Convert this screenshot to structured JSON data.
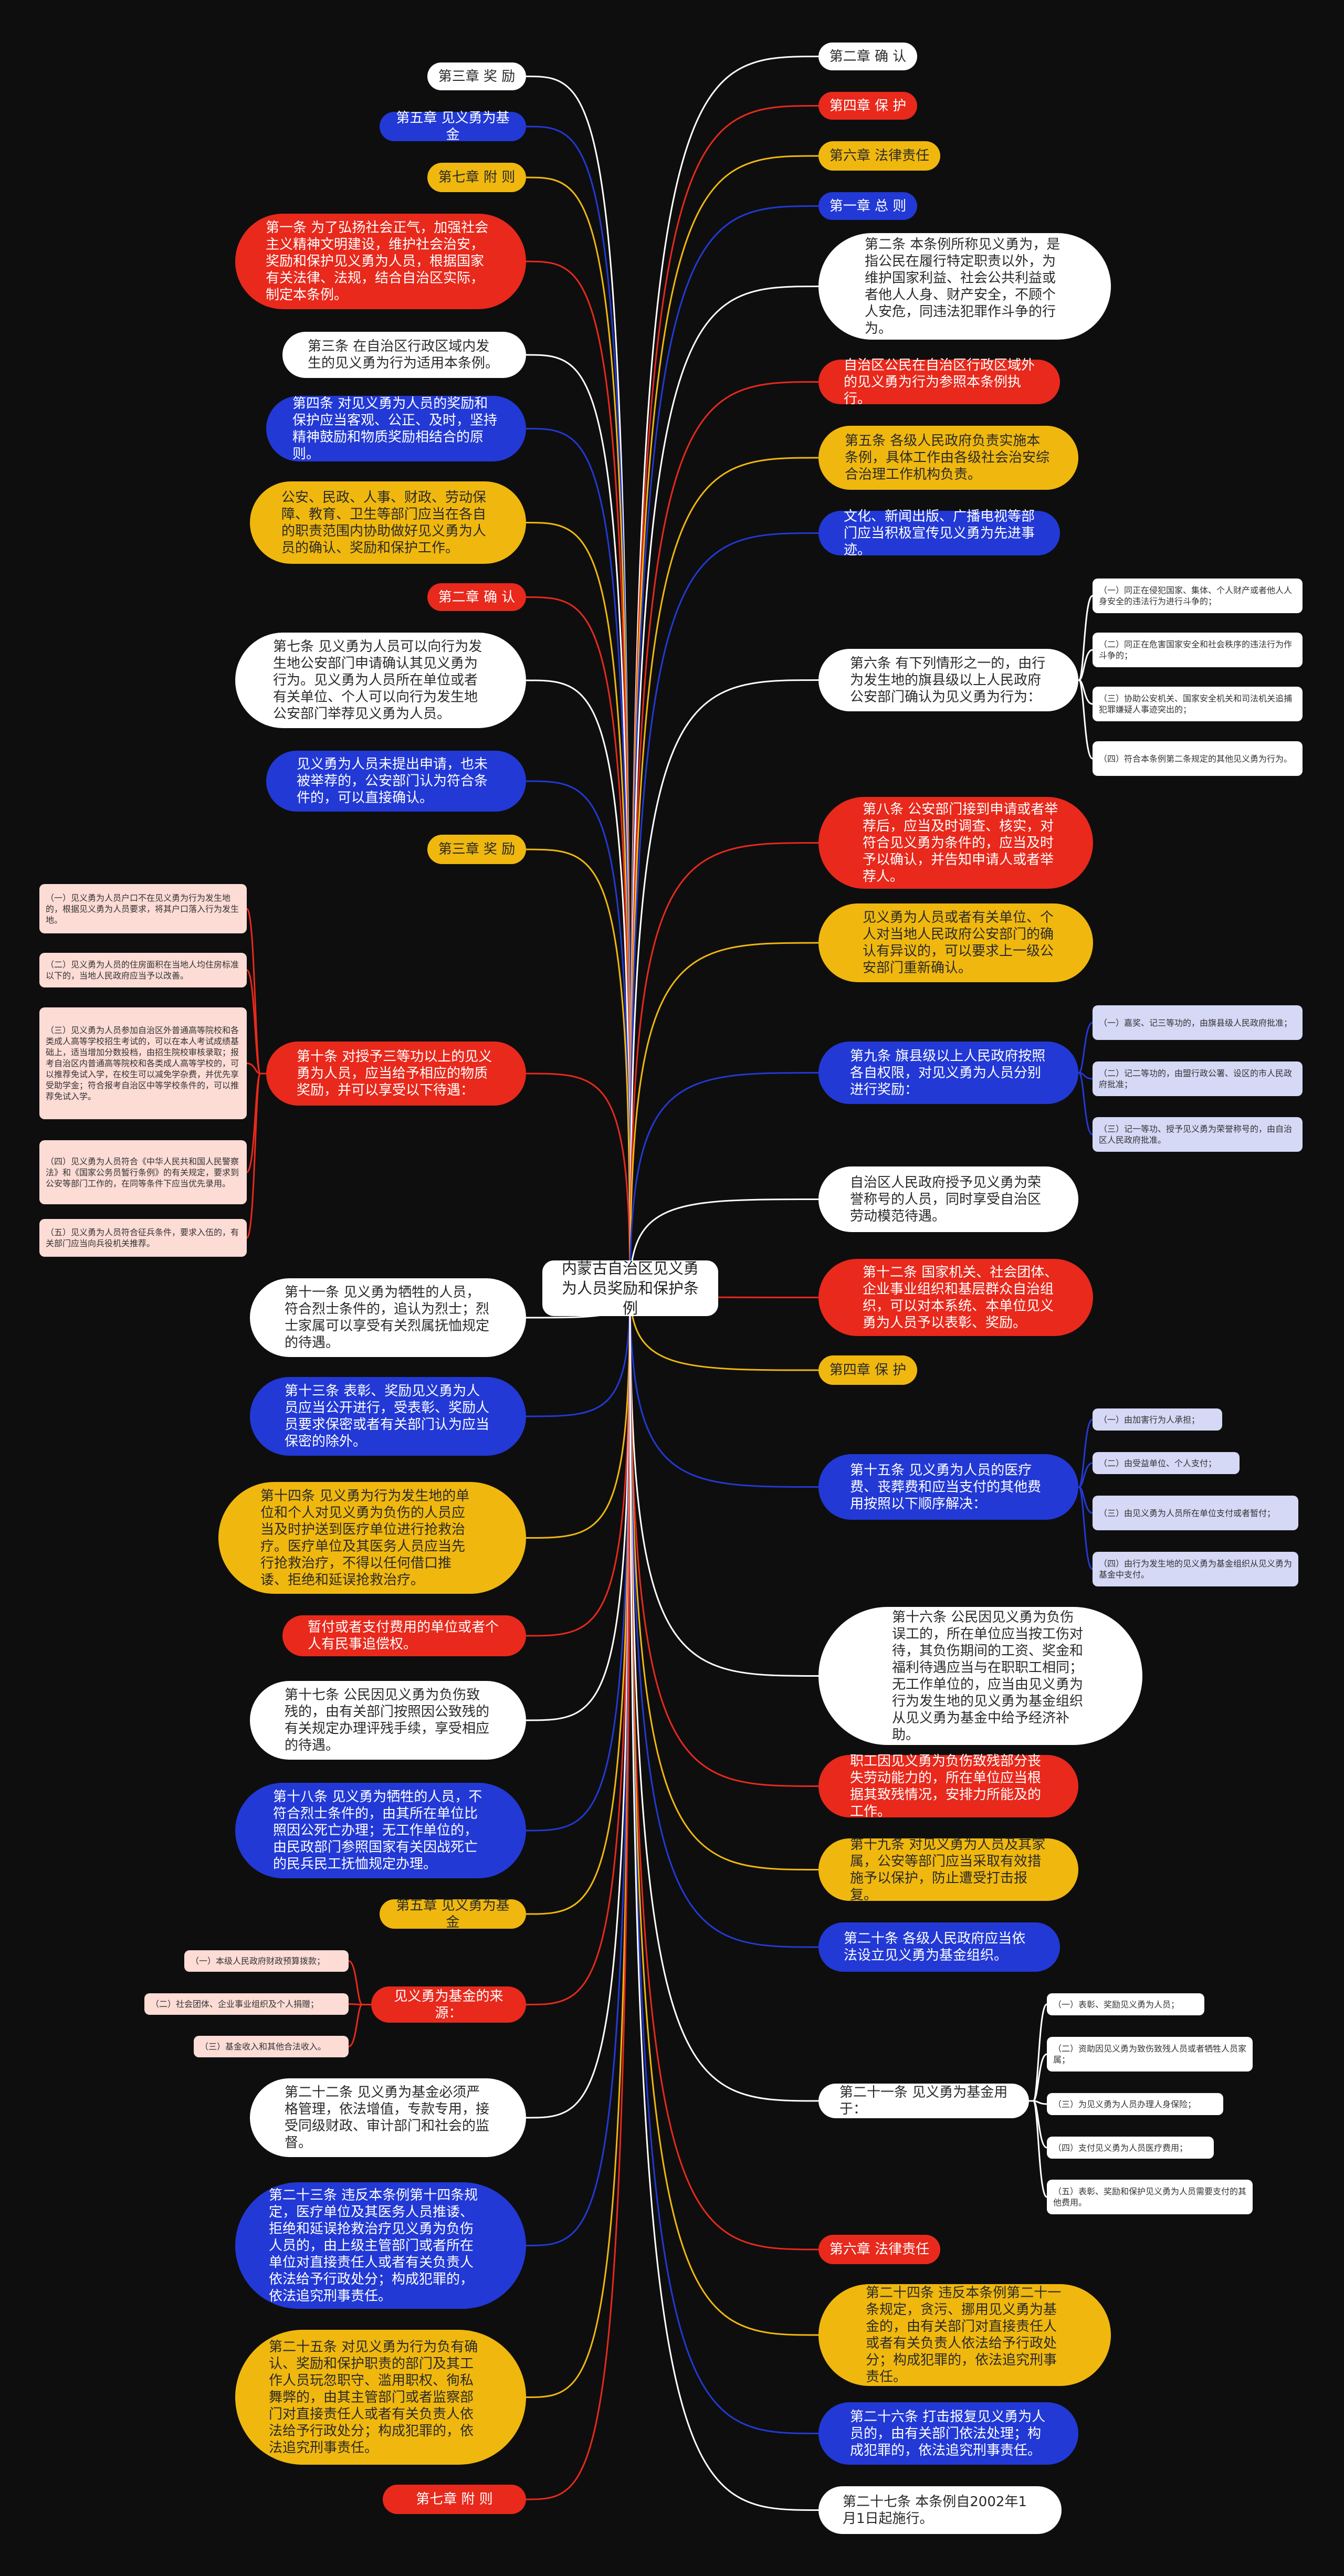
{
  "root": {
    "title": "内蒙古自治区见义勇为人员奖励和保护条例"
  },
  "colors": {
    "background": "#0e0e0e",
    "red": "#e8291c",
    "blue": "#2239d6",
    "yellow": "#f0b80e",
    "white": "#ffffff",
    "pink_child": "#fddcd6",
    "lavender_child": "#d5d9f6"
  },
  "left": [
    {
      "text": "第三章 奖 励"
    },
    {
      "text": "第五章 见义勇为基金"
    },
    {
      "text": "第七章 附 则"
    },
    {
      "text": "第一条 为了弘扬社会正气，加强社会主义精神文明建设，维护社会治安，奖励和保护见义勇为人员，根据国家有关法律、法规，结合自治区实际，制定本条例。"
    },
    {
      "text": "第三条 在自治区行政区域内发生的见义勇为行为适用本条例。"
    },
    {
      "text": "第四条 对见义勇为人员的奖励和保护应当客观、公正、及时，坚持精神鼓励和物质奖励相结合的原则。"
    },
    {
      "text": "公安、民政、人事、财政、劳动保障、教育、卫生等部门应当在各自的职责范围内协助做好见义勇为人员的确认、奖励和保护工作。"
    },
    {
      "text": "第二章 确 认"
    },
    {
      "text": "第七条 见义勇为人员可以向行为发生地公安部门申请确认其见义勇为行为。见义勇为人员所在单位或者有关单位、个人可以向行为发生地公安部门举荐见义勇为人员。"
    },
    {
      "text": "见义勇为人员未提出申请，也未被举荐的，公安部门认为符合条件的，可以直接确认。"
    },
    {
      "text": "第三章 奖 励"
    },
    {
      "text": "第十条 对授予三等功以上的见义勇为人员，应当给予相应的物质奖励，并可以享受以下待遇：",
      "children": [
        "（一）见义勇为人员户口不在见义勇为行为发生地的，根据见义勇为人员要求，将其户口落入行为发生地。",
        "（二）见义勇为人员的住房面积在当地人均住房标准以下的，当地人民政府应当予以改善。",
        "（三）见义勇为人员参加自治区外普通高等院校和各类成人高等学校招生考试的，可以在本人考试成绩基础上，适当增加分数投档，由招生院校审核录取；报考自治区内普通高等院校和各类成人高等学校的，可以推荐免试入学，在校生可以减免学杂费，并优先享受助学金；符合报考自治区中等学校条件的，可以推荐免试入学。",
        "（四）见义勇为人员符合《中华人民共和国人民警察法》和《国家公务员暂行条例》的有关规定，要求到公安等部门工作的，在同等条件下应当优先录用。",
        "（五）见义勇为人员符合征兵条件，要求入伍的，有关部门应当向兵役机关推荐。"
      ]
    },
    {
      "text": "第十一条 见义勇为牺牲的人员，符合烈士条件的，追认为烈士；烈士家属可以享受有关烈属抚恤规定的待遇。"
    },
    {
      "text": "第十三条 表彰、奖励见义勇为人员应当公开进行，受表彰、奖励人员要求保密或者有关部门认为应当保密的除外。"
    },
    {
      "text": "第十四条 见义勇为行为发生地的单位和个人对见义勇为负伤的人员应当及时护送到医疗单位进行抢救治疗。医疗单位及其医务人员应当先行抢救治疗，不得以任何借口推诿、拒绝和延误抢救治疗。"
    },
    {
      "text": "暂付或者支付费用的单位或者个人有民事追偿权。"
    },
    {
      "text": "第十七条 公民因见义勇为负伤致残的，由有关部门按照因公致残的有关规定办理评残手续，享受相应的待遇。"
    },
    {
      "text": "第十八条 见义勇为牺牲的人员，不符合烈士条件的，由其所在单位比照因公死亡办理；无工作单位的，由民政部门参照国家有关因战死亡的民兵民工抚恤规定办理。"
    },
    {
      "text": "第五章 见义勇为基金"
    },
    {
      "text": "见义勇为基金的来源：",
      "children": [
        "（一）本级人民政府财政预算拨款；",
        "（二）社会团体、企业事业组织及个人捐赠；",
        "（三）基金收入和其他合法收入。"
      ]
    },
    {
      "text": "第二十二条 见义勇为基金必须严格管理，依法增值，专款专用，接受同级财政、审计部门和社会的监督。"
    },
    {
      "text": "第二十三条 违反本条例第十四条规定，医疗单位及其医务人员推诿、拒绝和延误抢救治疗见义勇为负伤人员的，由上级主管部门或者所在单位对直接责任人或者有关负责人依法给予行政处分；构成犯罪的，依法追究刑事责任。"
    },
    {
      "text": "第二十五条 对见义勇为行为负有确认、奖励和保护职责的部门及其工作人员玩忽职守、滥用职权、徇私舞弊的，由其主管部门或者监察部门对直接责任人或者有关负责人依法给予行政处分；构成犯罪的，依法追究刑事责任。"
    },
    {
      "text": "第七章 附 则"
    }
  ],
  "right": [
    {
      "text": "第二章 确 认"
    },
    {
      "text": "第四章 保 护"
    },
    {
      "text": "第六章 法律责任"
    },
    {
      "text": "第一章 总 则"
    },
    {
      "text": "第二条 本条例所称见义勇为，是指公民在履行特定职责以外，为维护国家利益、社会公共利益或者他人人身、财产安全，不顾个人安危，同违法犯罪作斗争的行为。"
    },
    {
      "text": "自治区公民在自治区行政区域外的见义勇为行为参照本条例执行。"
    },
    {
      "text": "第五条 各级人民政府负责实施本条例，具体工作由各级社会治安综合治理工作机构负责。"
    },
    {
      "text": "文化、新闻出版、广播电视等部门应当积极宣传见义勇为先进事迹。"
    },
    {
      "text": "第六条 有下列情形之一的，由行为发生地的旗县级以上人民政府公安部门确认为见义勇为行为：",
      "children": [
        "（一）同正在侵犯国家、集体、个人财产或者他人人身安全的违法行为进行斗争的；",
        "（二）同正在危害国家安全和社会秩序的违法行为作斗争的；",
        "（三）协助公安机关、国家安全机关和司法机关追捕犯罪嫌疑人事迹突出的；",
        "（四）符合本条例第二条规定的其他见义勇为行为。"
      ]
    },
    {
      "text": "第八条 公安部门接到申请或者举荐后，应当及时调查、核实，对符合见义勇为条件的，应当及时予以确认，并告知申请人或者举荐人。"
    },
    {
      "text": "见义勇为人员或者有关单位、个人对当地人民政府公安部门的确认有异议的，可以要求上一级公安部门重新确认。"
    },
    {
      "text": "第九条 旗县级以上人民政府按照各自权限，对见义勇为人员分别进行奖励：",
      "children": [
        "（一）嘉奖、记三等功的，由旗县级人民政府批准；",
        "（二）记二等功的，由盟行政公署、设区的市人民政府批准；",
        "（三）记一等功、授予见义勇为荣誉称号的，由自治区人民政府批准。"
      ]
    },
    {
      "text": "自治区人民政府授予见义勇为荣誉称号的人员，同时享受自治区劳动模范待遇。"
    },
    {
      "text": "第十二条 国家机关、社会团体、企业事业组织和基层群众自治组织，可以对本系统、本单位见义勇为人员予以表彰、奖励。"
    },
    {
      "text": "第四章 保 护"
    },
    {
      "text": "第十五条 见义勇为人员的医疗费、丧葬费和应当支付的其他费用按照以下顺序解决：",
      "children": [
        "（一）由加害行为人承担；",
        "（二）由受益单位、个人支付；",
        "（三）由见义勇为人员所在单位支付或者暂付；",
        "（四）由行为发生地的见义勇为基金组织从见义勇为基金中支付。"
      ]
    },
    {
      "text": "第十六条 公民因见义勇为负伤误工的，所在单位应当按工伤对待，其负伤期间的工资、奖金和福利待遇应当与在职职工相同；无工作单位的，应当由见义勇为行为发生地的见义勇为基金组织从见义勇为基金中给予经济补助。"
    },
    {
      "text": "职工因见义勇为负伤致残部分丧失劳动能力的，所在单位应当根据其致残情况，安排力所能及的工作。"
    },
    {
      "text": "第十九条 对见义勇为人员及其家属，公安等部门应当采取有效措施予以保护，防止遭受打击报复。"
    },
    {
      "text": "第二十条 各级人民政府应当依法设立见义勇为基金组织。"
    },
    {
      "text": "第二十一条 见义勇为基金用于：",
      "children": [
        "（一）表彰、奖励见义勇为人员；",
        "（二）资助因见义勇为致伤致残人员或者牺牲人员家属；",
        "（三）为见义勇为人员办理人身保险；",
        "（四）支付见义勇为人员医疗费用；",
        "（五）表彰、奖励和保护见义勇为人员需要支付的其他费用。"
      ]
    },
    {
      "text": "第六章 法律责任"
    },
    {
      "text": "第二十四条 违反本条例第二十一条规定，贪污、挪用见义勇为基金的，由有关部门对直接责任人或者有关负责人依法给予行政处分；构成犯罪的，依法追究刑事责任。"
    },
    {
      "text": "第二十六条 打击报复见义勇为人员的，由有关部门依法处理；构成犯罪的，依法追究刑事责任。"
    },
    {
      "text": "第二十七条 本条例自2002年1月1日起施行。"
    }
  ]
}
